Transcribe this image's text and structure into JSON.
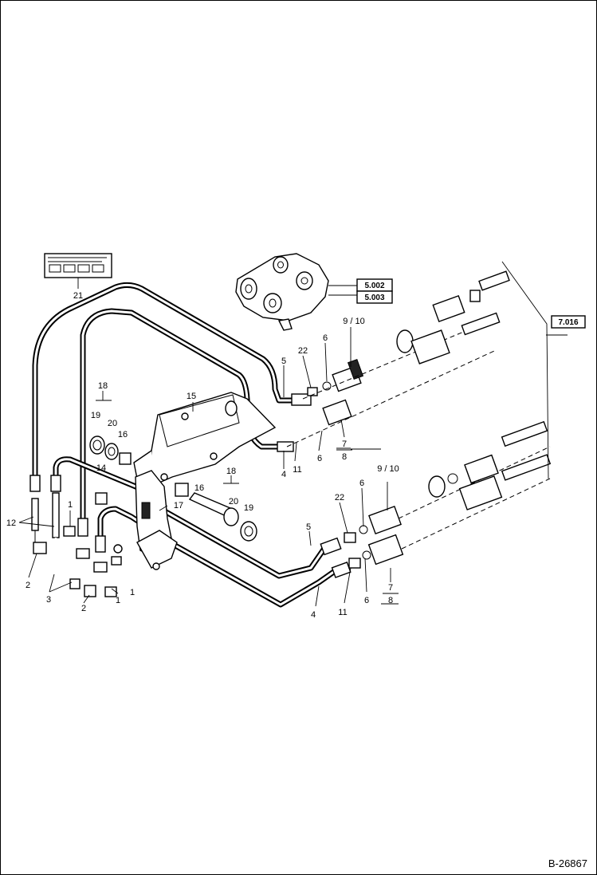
{
  "figure_id": "B-26867",
  "refs": {
    "r1": "5.002",
    "r2": "5.003",
    "r3": "7.016"
  },
  "labels": {
    "l1a": "1",
    "l1b": "1",
    "l1c": "1",
    "l2a": "2",
    "l2b": "2",
    "l3": "3",
    "l4a": "4",
    "l4b": "4",
    "l5a": "5",
    "l5b": "5",
    "l6a": "6",
    "l6b": "6",
    "l6c": "6",
    "l6d": "6",
    "l78a_top": "7",
    "l78a_bot": "8",
    "l78b_top": "7",
    "l78b_bot": "8",
    "l910a": "9 / 10",
    "l910b": "9 / 10",
    "l11a": "11",
    "l11b": "11",
    "l12": "12",
    "l14": "14",
    "l15": "15",
    "l16a": "16",
    "l16b": "16",
    "l17": "17",
    "l18a": "18",
    "l18b": "18",
    "l19a": "19",
    "l19b": "19",
    "l20a": "20",
    "l20b": "20",
    "l21": "21",
    "l22a": "22",
    "l22b": "22"
  }
}
